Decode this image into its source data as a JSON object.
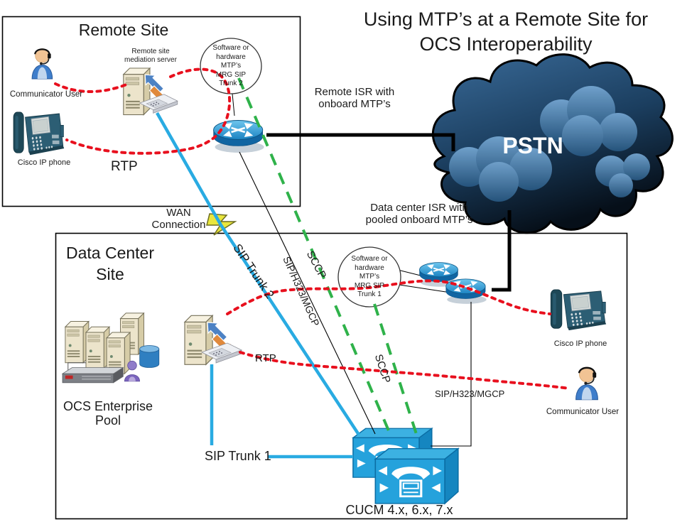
{
  "title": {
    "line1": "Using MTP’s at a Remote Site for",
    "line2": "OCS Interoperability"
  },
  "remote_site": {
    "box_title": "Remote Site",
    "communicator_label": "Communicator User",
    "phone_label": "Cisco IP phone",
    "mediation_server_line1": "Remote site",
    "mediation_server_line2": "mediation server",
    "mtp_circle": [
      "Software or",
      "hardware",
      "MTP’s",
      "MRG SIP",
      "Trunk 2"
    ],
    "rtp_label": "RTP"
  },
  "pstn": {
    "label": "PSTN"
  },
  "annotations": {
    "remote_isr_line1": "Remote ISR with",
    "remote_isr_line2": "onboard MTP’s",
    "dc_isr_line1": "Data center ISR with",
    "dc_isr_line2": "pooled onboard MTP’s",
    "wan_line1": "WAN",
    "wan_line2": "Connection"
  },
  "links": {
    "sip_trunk_2": "SIP Trunk 2",
    "sip_trunk_1": "SIP Trunk 1",
    "sip_h323_mgcp_diagonal": "SIP/H323/MGCP",
    "sip_h323_mgcp_horizontal": "SIP/H323/MGCP",
    "sccp_remote": "SCCP",
    "sccp_dc": "SCCP"
  },
  "data_center": {
    "box_title_line1": "Data Center",
    "box_title_line2": "Site",
    "ocs_pool_line1": "OCS Enterprise",
    "ocs_pool_line2": "Pool",
    "mtp_circle": [
      "Software or",
      "hardware",
      "MTP’s",
      "MRG SIP",
      "Trunk 1"
    ],
    "rtp_label": "RTP",
    "cucm_label": "CUCM 4.x, 6.x, 7.x",
    "phone_label": "Cisco IP phone",
    "communicator_label": "Communicator User"
  },
  "colors": {
    "rtp_red": "#e8101e",
    "sip_trunk_blue": "#29abe2",
    "sccp_green": "#2fb24a",
    "signaling_black": "#000000"
  }
}
